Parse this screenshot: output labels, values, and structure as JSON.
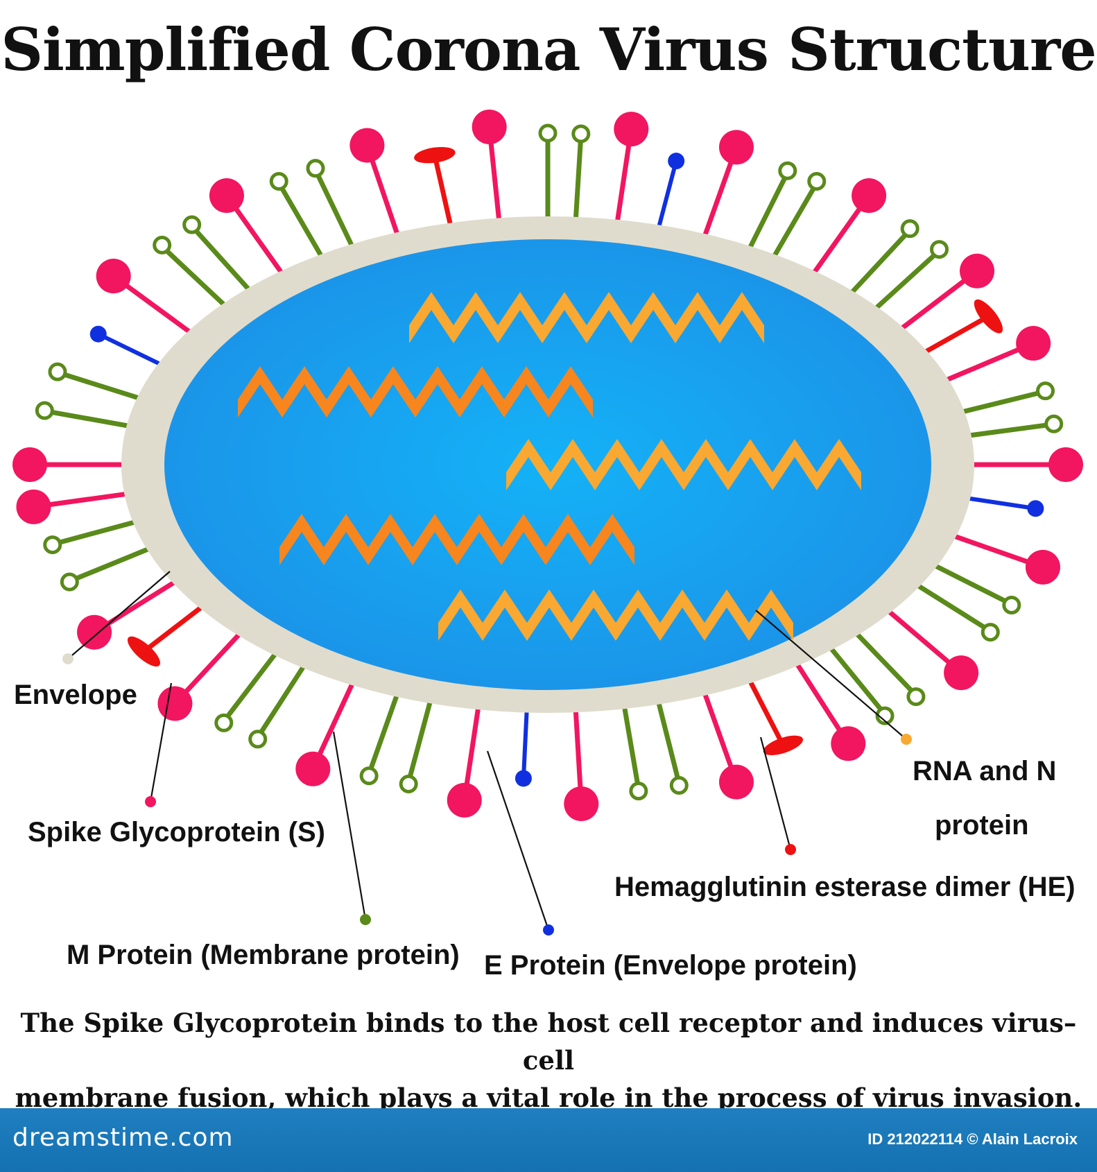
{
  "title": "Simplified Corona Virus Structure",
  "labels": {
    "envelope": "Envelope",
    "spike": "Spike Glycoprotein (S)",
    "m_protein": "M Protein (Membrane protein)",
    "e_protein": "E Protein (Envelope protein)",
    "rna_line1": "RNA and N",
    "rna_line2": "protein",
    "he": "Hemagglutinin esterase dimer (HE)"
  },
  "caption_line1": "The Spike Glycoprotein binds to the host cell receptor and induces virus–cell",
  "caption_line2": "membrane fusion, which plays a vital role in the process of virus invasion.",
  "footer": {
    "brand": "dreamstime.com",
    "credit": "ID 212022114 © Alain Lacroix"
  },
  "colors": {
    "spike": "#f2155f",
    "m_protein": "#5a8a1a",
    "e_protein": "#1030e0",
    "he": "#ee1111",
    "envelope": "#e0dccd",
    "core": "#1aa2ee",
    "rna_light": "#f9a832",
    "rna_dark": "#f7861e",
    "footer_bg": "#1b79bb"
  }
}
